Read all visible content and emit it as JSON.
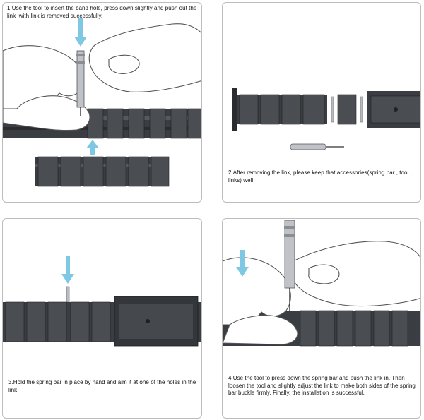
{
  "steps": [
    {
      "caption": "1.Use the tool to insert the band hole, press down slightly and push out the link ,with link is removed successfully."
    },
    {
      "caption": "2.After removing the link, please keep that accessories(spring bar , tool , links) well."
    },
    {
      "caption": "3.Hold the spring bar in place by hand and aim it at one of the holes in the link."
    },
    {
      "caption": "4.Use the tool to press down the spring bar and push the link in. Then loosen the tool and slightly adjust the link to make both sides of the spring bar buckle firmly. Finally, the installation is successful."
    }
  ],
  "colors": {
    "metal": "#3a3d42",
    "metal_light": "#6a6d73",
    "arrow": "#7ec8e3",
    "line": "#555555",
    "border": "#bdbdbd"
  }
}
